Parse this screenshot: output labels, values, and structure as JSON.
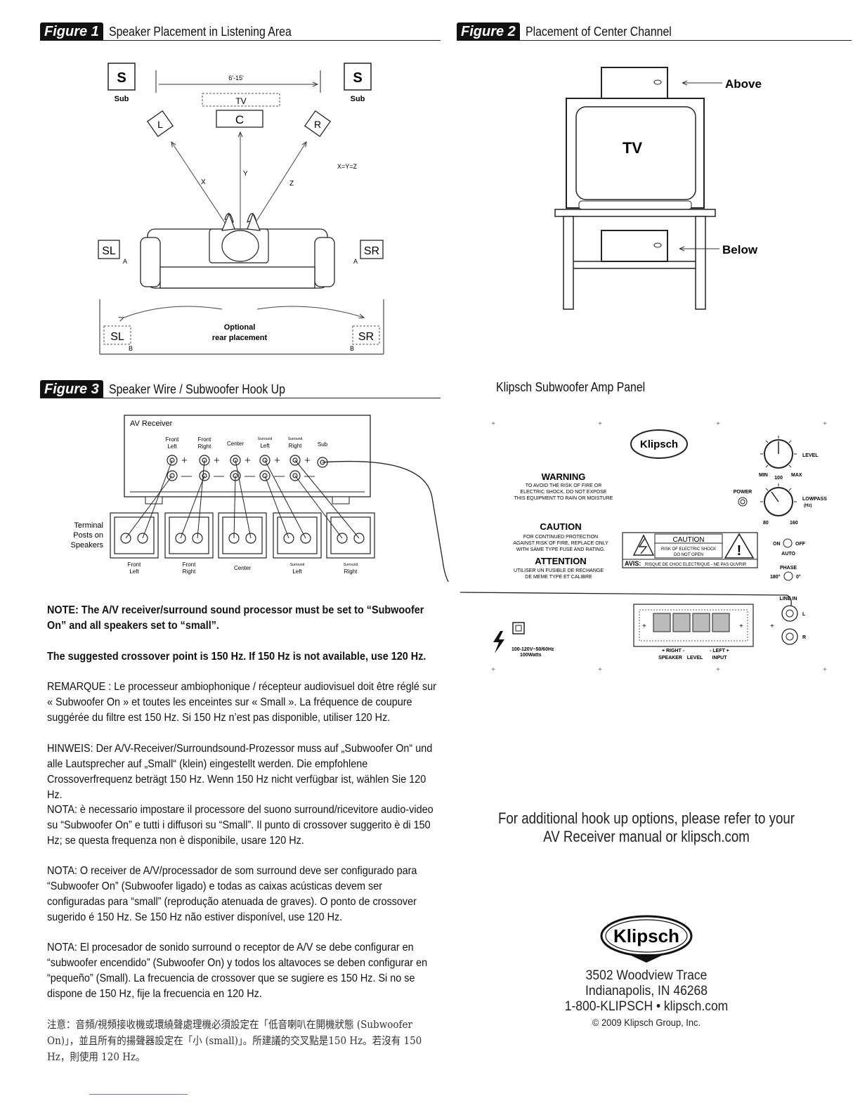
{
  "figure1": {
    "badge": "Figure 1",
    "title": "Speaker Placement in Listening Area",
    "labels": {
      "sub": "S",
      "sub_caption": "Sub",
      "distance": "6'-15'",
      "tv": "TV",
      "center": "C",
      "left": "L",
      "right": "R",
      "x": "X",
      "y": "Y",
      "z": "Z",
      "xyz": "X=Y=Z",
      "sl": "SL",
      "sr": "SR",
      "a": "A",
      "b": "B",
      "optional_line1": "Optional",
      "optional_line2": "rear placement"
    }
  },
  "figure2": {
    "badge": "Figure 2",
    "title": "Placement of Center Channel",
    "labels": {
      "tv": "TV",
      "above": "Above",
      "below": "Below"
    }
  },
  "figure3": {
    "badge": "Figure 3",
    "title": "Speaker Wire / Subwoofer Hook Up",
    "receiver_title": "AV Receiver",
    "channels": [
      {
        "line1": "Front",
        "line2": "Left"
      },
      {
        "line1": "Front",
        "line2": "Right"
      },
      {
        "line1": "Center",
        "line2": ""
      },
      {
        "line1": "Surround",
        "line2": "Left"
      },
      {
        "line1": "Surround",
        "line2": "Right"
      },
      {
        "line1": "Sub",
        "line2": ""
      }
    ],
    "terminal_label": [
      "Terminal",
      "Posts on",
      "Speakers"
    ],
    "speaker_labels": [
      {
        "line1": "Front",
        "line2": "Left"
      },
      {
        "line1": "Front",
        "line2": "Right"
      },
      {
        "line1": "Center",
        "line2": ""
      },
      {
        "line1": "Surround",
        "line2": "Left"
      },
      {
        "line1": "Surround",
        "line2": "Right"
      }
    ]
  },
  "amp_panel": {
    "title": "Klipsch Subwoofer Amp Panel",
    "logo": "Klipsch",
    "warning_title": "WARNING",
    "warning_lines": [
      "TO AVOID THE RISK OF FIRE OR",
      "ELECTRIC SHOCK. DO NOT EXPOSE",
      "THIS EQUIPMENT TO RAIN OR MOISTURE"
    ],
    "caution_title": "CAUTION",
    "caution_lines": [
      "FOR CONTINUED PROTECTION",
      "AGAINST RISK OF FIRE, REPLACE ONLY",
      "WITH SAME TYPE FUSE AND RATING."
    ],
    "attention_title": "ATTENTION",
    "attention_lines": [
      "UTILISER UN FUSIBLE DE RECHANGE",
      "DE MEME TYPE ET CALIBRE"
    ],
    "caution_box_title": "CAUTION",
    "caution_box_lines": [
      "RISK OF ELECTRIC SHOCK",
      "DO NOT OPEN"
    ],
    "avis": "AVIS:",
    "avis_text": "RISQUE DE CHOC ELECTRIQUE - NE PAS OUVRIR",
    "level": "LEVEL",
    "min": "MIN",
    "max": "MAX",
    "level_val": "100",
    "power": "POWER",
    "lowpass": "LOWPASS",
    "hz": "(Hz)",
    "lp_min": "80",
    "lp_max": "160",
    "on": "ON",
    "off": "OFF",
    "auto": "AUTO",
    "phase": "PHASE",
    "phase_180": "180°",
    "phase_0": "0°",
    "line_in": "LINE IN",
    "l": "L",
    "r": "R",
    "voltage": "100-120V~50/60Hz",
    "watts": "100Watts",
    "right": "+ RIGHT -",
    "left": "- LEFT +",
    "speaker": "SPEAKER",
    "level_lbl": "LEVEL",
    "input": "INPUT"
  },
  "notes": {
    "note1": "NOTE: The A/V receiver/surround sound processor must be set to “Subwoofer On” and all speakers set to “small”.",
    "note2": "The suggested crossover point is 150 Hz. If 150 Hz is not available, use 120 Hz.",
    "fr": "REMARQUE : Le processeur ambiophonique / récepteur audiovisuel doit être réglé sur « Subwoofer On » et toutes les enceintes sur « Small ». La fréquence de coupure suggérée du filtre est 150 Hz. Si 150 Hz n’est pas disponible, utiliser 120 Hz.",
    "de": "HINWEIS: Der A/V-Receiver/Surroundsound-Prozessor muss auf „Subwoofer On“ und alle Lautsprecher auf „Small“ (klein) eingestellt werden. Die empfohlene Crossoverfrequenz beträgt 150 Hz. Wenn 150 Hz nicht verfügbar ist, wählen Sie 120 Hz.",
    "it": "NOTA: è necessario impostare il processore del suono surround/ricevitore audio-video su “Subwoofer On” e tutti i diffusori su “Small”. Il punto di crossover suggerito è di 150 Hz; se questa frequenza non è disponibile, usare 120 Hz.",
    "pt": "NOTA: O receiver de A/V/processador de som surround deve ser configurado para “Subwoofer On” (Subwoofer ligado) e todas as caixas acústicas devem ser configuradas para “small” (reprodução atenuada de graves). O ponto de crossover sugerido é 150 Hz. Se 150 Hz não estiver disponível, use 120 Hz.",
    "es": "NOTA: El procesador de sonido surround o receptor de A/V se debe configurar en “subwoofer encendido” (Subwoofer On) y todos los altavoces se deben configurar en “pequeño” (Small). La frecuencia de crossover que se sugiere es 150 Hz. Si no se dispone de 150 Hz, fije la frecuencia en 120 Hz.",
    "zh": "注意：音頻/視頻接收機或環繞聲處理機必須設定在「低音喇叭在開機狀態 (Subwoofer On)」，並且所有的揚聲器設定在「小 (small)」。所建議的交叉點是150 Hz。若沒有 150 Hz，則使用 120 Hz。"
  },
  "additional": {
    "line1": "For additional hook up options, please refer to your",
    "line2": "AV Receiver manual or klipsch.com"
  },
  "contact": {
    "logo": "Klipsch",
    "address1": "3502 Woodview Trace",
    "address2": "Indianapolis, IN 46268",
    "phone_web": "1-800-KLIPSCH • klipsch.com",
    "copyright": "© 2009 Klipsch Group, Inc."
  }
}
